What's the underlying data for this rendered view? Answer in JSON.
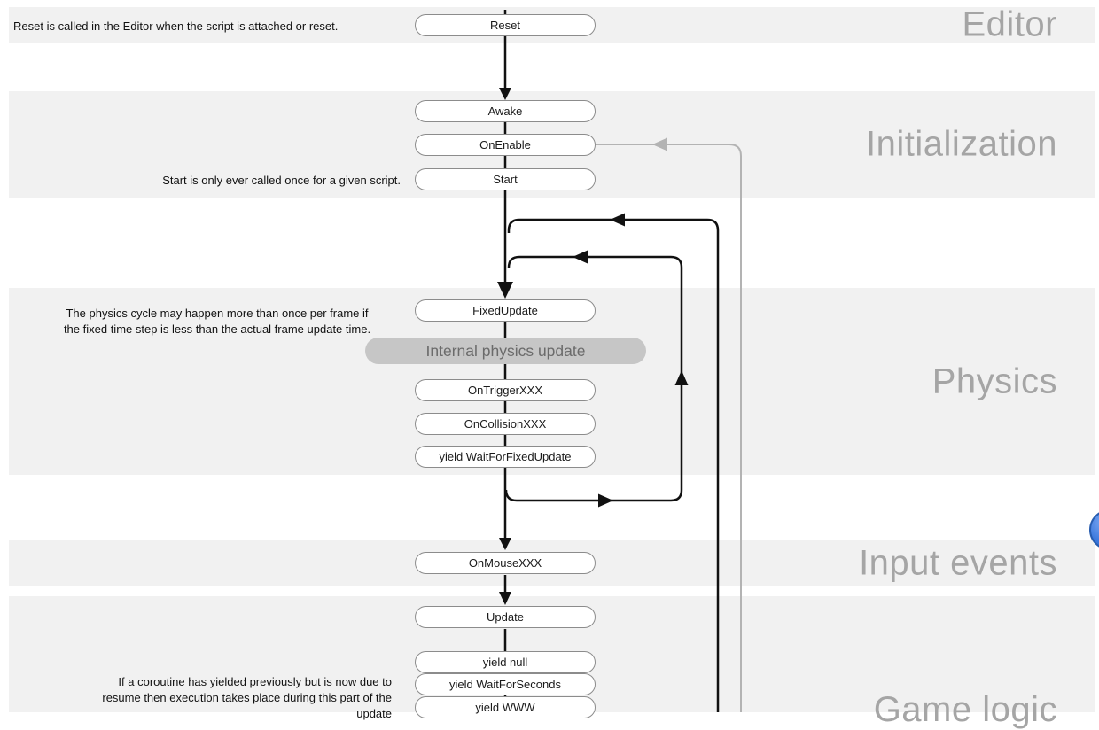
{
  "sections": [
    {
      "label": "Editor"
    },
    {
      "label": "Initialization"
    },
    {
      "label": "Physics"
    },
    {
      "label": "Input events"
    },
    {
      "label": "Game logic"
    }
  ],
  "nodes": [
    {
      "label": "Reset"
    },
    {
      "label": "Awake"
    },
    {
      "label": "OnEnable"
    },
    {
      "label": "Start"
    },
    {
      "label": "FixedUpdate"
    },
    {
      "label": "OnTriggerXXX"
    },
    {
      "label": "OnCollisionXXX"
    },
    {
      "label": "yield WaitForFixedUpdate"
    },
    {
      "label": "OnMouseXXX"
    },
    {
      "label": "Update"
    },
    {
      "label": "yield null"
    },
    {
      "label": "yield WaitForSeconds"
    },
    {
      "label": "yield WWW"
    }
  ],
  "internal_step": {
    "label": "Internal physics update"
  },
  "notes": {
    "reset": "Reset is called in the Editor when the script is attached or reset.",
    "start": "Start is only ever called once for a given script.",
    "physics_line1": "The physics cycle may happen more than once per frame if",
    "physics_line2": "the fixed time step is less than the actual frame update time.",
    "coroutine_line1": "If a coroutine has yielded previously but is now due to",
    "coroutine_line2": "resume then execution takes place during this part of the",
    "coroutine_line3": "update"
  },
  "colors": {
    "band_background": "#f1f1f1",
    "section_label": "#a5a5a5",
    "node_border": "#8c8c8c",
    "flow_line": "#111111",
    "return_line": "#b3b3b3",
    "internal_step_background": "#c6c6c6",
    "internal_step_text": "#6b6b6b",
    "fab_blue": "#3b78dd"
  }
}
